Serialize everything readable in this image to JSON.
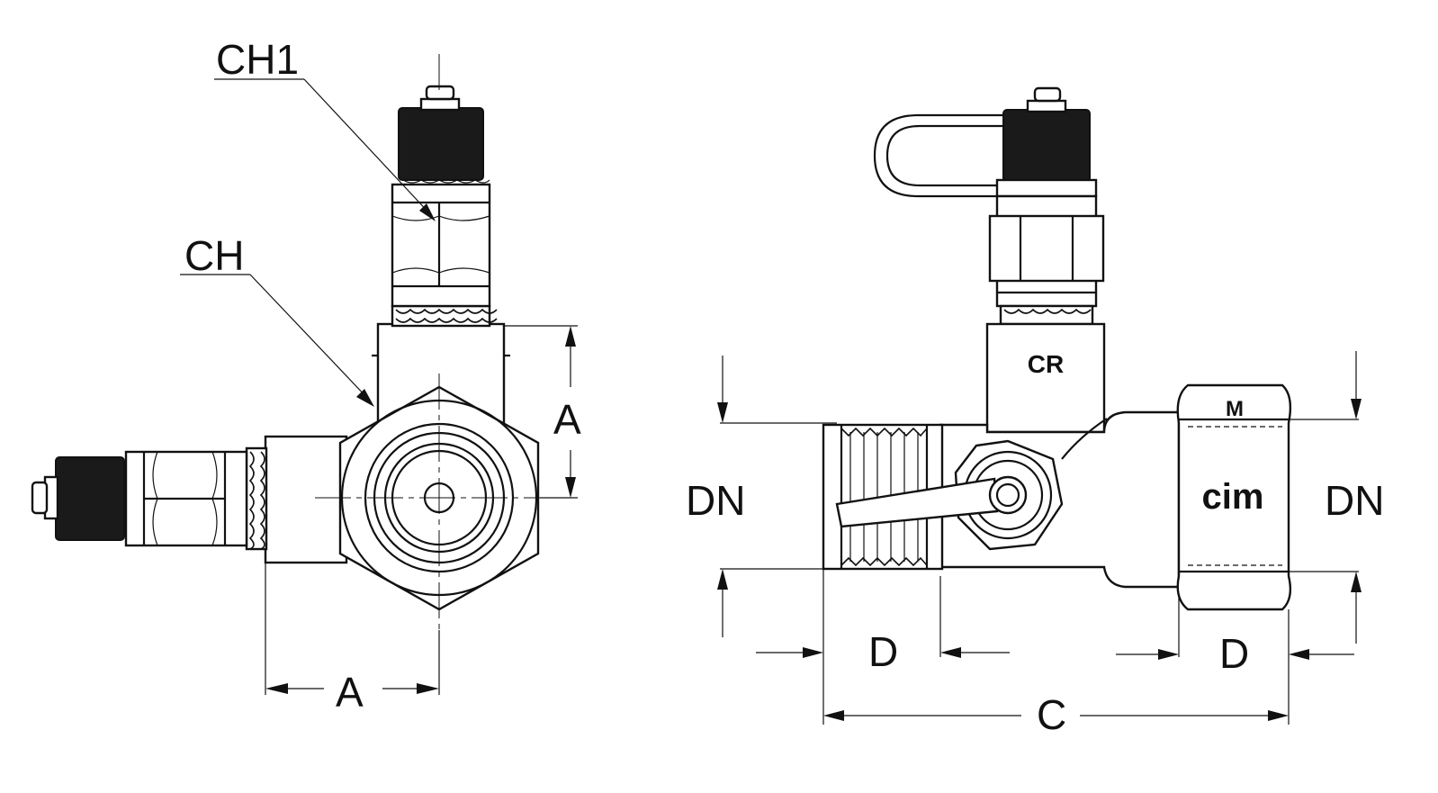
{
  "labels": {
    "ch1": "CH1",
    "ch": "CH",
    "a_left_horizontal": "A",
    "a_left_vertical": "A",
    "dn_left": "DN",
    "dn_right": "DN",
    "d_left": "D",
    "d_right": "D",
    "c": "C"
  },
  "markings": {
    "cr_logo": "CR",
    "m_mark": "M",
    "cim_logo": "cim"
  }
}
